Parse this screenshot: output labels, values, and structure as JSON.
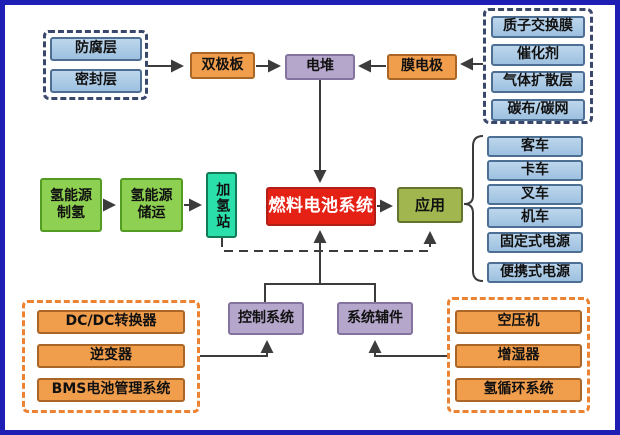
{
  "colors": {
    "frame": "#1e1eb4",
    "line": "#3c3c3c",
    "blue_border": "#4e6f94",
    "orange_fill": "#f09d4c",
    "orange_border": "#aa6626",
    "purple_fill": "#b5a6cb",
    "purple_border": "#84739f",
    "green_fill": "#8ed051",
    "green_border": "#549b24",
    "teal_fill": "#2adfa9",
    "teal_border": "#117a57",
    "red_fill": "#e52015",
    "red_border": "#b02018",
    "olive_fill": "#a2b650",
    "olive_border": "#64742c",
    "navy_dash": "#39476b",
    "orange_dash": "#ec8333"
  },
  "nodes": {
    "anti_corrosion_layer": "防腐层",
    "sealing_layer": "密封层",
    "bipolar_plate": "双极板",
    "stack": "电堆",
    "membrane_electrode": "膜电极",
    "proton_exchange_membrane": "质子交换膜",
    "catalyst": "催化剂",
    "gas_diffusion_layer": "气体扩散层",
    "carbon_cloth_mesh": "碳布/碳网",
    "hydrogen_production": "氢能源\n制氢",
    "hydrogen_storage": "氢能源\n储运",
    "refueling_station": "加氢站",
    "fuel_cell_system": "燃料电池系统",
    "application": "应用",
    "bus": "客车",
    "truck": "卡车",
    "forklift": "叉车",
    "locomotive": "机车",
    "stationary_power": "固定式电源",
    "portable_power": "便携式电源",
    "control_system": "控制系统",
    "system_auxiliary": "系统辅件",
    "dcdc_converter": "DC/DC转换器",
    "inverter": "逆变器",
    "bms": "BMS电池管理系统",
    "air_compressor": "空压机",
    "humidifier": "增湿器",
    "hydrogen_circulation": "氢循环系统"
  }
}
